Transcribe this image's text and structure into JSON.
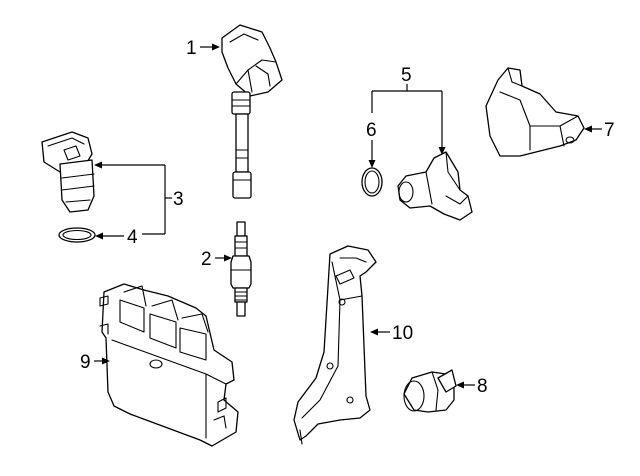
{
  "callouts": [
    {
      "id": "1",
      "label": "1"
    },
    {
      "id": "2",
      "label": "2"
    },
    {
      "id": "3",
      "label": "3"
    },
    {
      "id": "4",
      "label": "4"
    },
    {
      "id": "5",
      "label": "5"
    },
    {
      "id": "6",
      "label": "6"
    },
    {
      "id": "7",
      "label": "7"
    },
    {
      "id": "8",
      "label": "8"
    },
    {
      "id": "9",
      "label": "9"
    },
    {
      "id": "10",
      "label": "10"
    }
  ],
  "parts": [
    {
      "callout": "1",
      "icon": "ignition-coil-icon"
    },
    {
      "callout": "2",
      "icon": "spark-plug-icon"
    },
    {
      "callout": "3",
      "icon": "camshaft-position-sensor-icon"
    },
    {
      "callout": "4",
      "icon": "o-ring-icon"
    },
    {
      "callout": "5",
      "icon": "crankshaft-position-sensor-icon"
    },
    {
      "callout": "6",
      "icon": "o-ring-icon"
    },
    {
      "callout": "7",
      "icon": "ecm-cover-icon"
    },
    {
      "callout": "8",
      "icon": "connector-icon"
    },
    {
      "callout": "9",
      "icon": "engine-control-module-icon"
    },
    {
      "callout": "10",
      "icon": "mounting-bracket-icon"
    }
  ]
}
